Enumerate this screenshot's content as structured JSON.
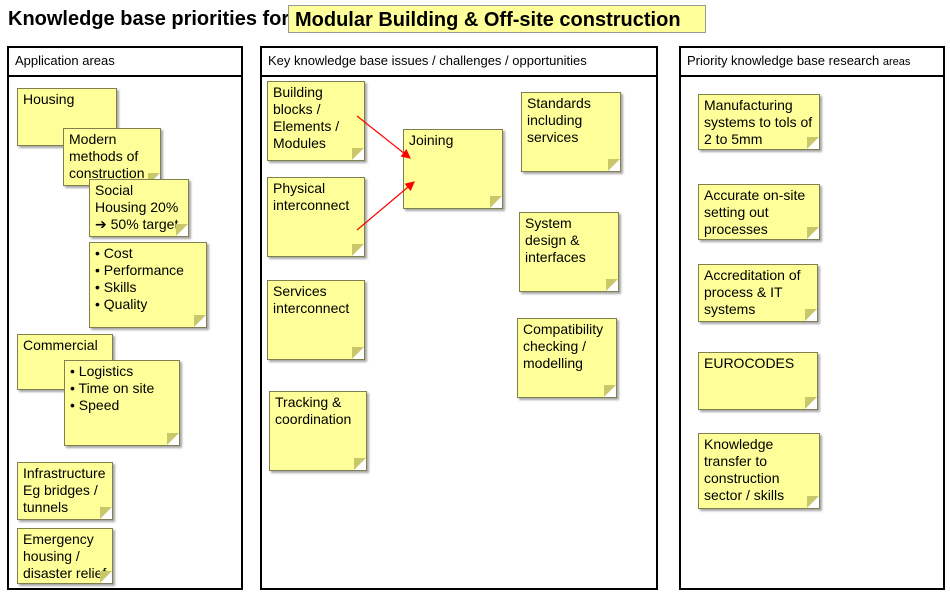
{
  "title": {
    "prefix": "Knowledge base priorities for",
    "topic": "Modular Building & Off-site construction"
  },
  "panels": {
    "left": {
      "heading": "Application areas"
    },
    "middle": {
      "heading": "Key knowledge base issues / challenges / opportunities"
    },
    "right": {
      "heading_main": "Priority knowledge base research",
      "heading_small": "areas"
    }
  },
  "notes": {
    "housing": [
      "Housing"
    ],
    "mmc": [
      "Modern",
      "methods of",
      "construction"
    ],
    "social": [
      "Social",
      "Housing 20%",
      "➔ 50% target"
    ],
    "criteria": [
      "• Cost",
      "• Performance",
      "• Skills",
      "• Quality"
    ],
    "commercial": [
      "Commercial"
    ],
    "logistics": [
      "• Logistics",
      "• Time on site",
      "• Speed"
    ],
    "infrastructure": [
      "Infrastructure",
      "Eg bridges /",
      "tunnels"
    ],
    "emergency": [
      "Emergency",
      "housing /",
      "disaster relief"
    ],
    "blocks": [
      "Building",
      "blocks /",
      "Elements /",
      "Modules"
    ],
    "physical": [
      "Physical",
      "interconnect"
    ],
    "services": [
      "Services",
      "interconnect"
    ],
    "tracking": [
      "Tracking &",
      "coordination"
    ],
    "joining": [
      "Joining"
    ],
    "standards": [
      "Standards",
      "including",
      "services"
    ],
    "system": [
      "System",
      "design &",
      "interfaces"
    ],
    "compat": [
      "Compatibility",
      "checking /",
      "modelling"
    ],
    "manufacturing": [
      "Manufacturing",
      "systems to tols of",
      "2 to 5mm"
    ],
    "setting_out": [
      "Accurate on-site",
      "setting out",
      "processes"
    ],
    "accreditation": [
      "Accreditation of",
      "process & IT",
      "systems"
    ],
    "eurocodes": [
      "EUROCODES"
    ],
    "knowledge": [
      "Knowledge",
      "transfer to",
      "construction",
      "sector / skills"
    ]
  },
  "colors": {
    "note_fill": "#ffff99",
    "arrow": "#ff0000"
  }
}
